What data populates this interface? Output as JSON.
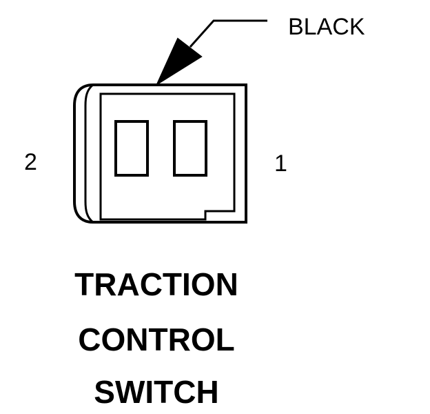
{
  "diagram": {
    "wire_color_label": "BLACK",
    "pins": {
      "left_label": "2",
      "right_label": "1"
    },
    "title_lines": [
      "TRACTION",
      "CONTROL",
      "SWITCH"
    ],
    "line_color": "#000000",
    "background_color": "#ffffff"
  }
}
